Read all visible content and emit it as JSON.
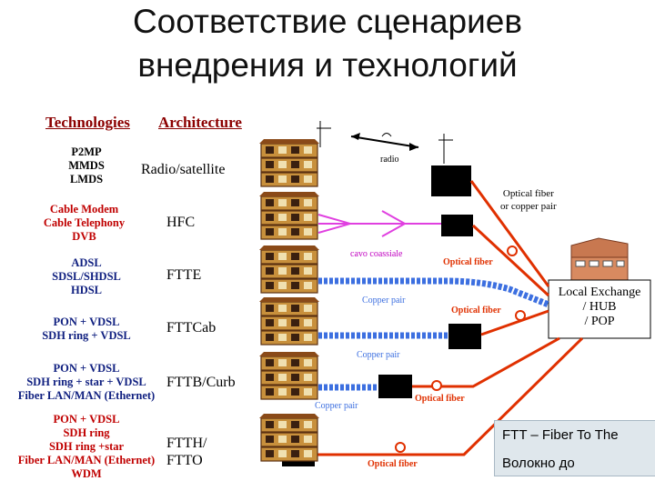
{
  "title_line1": "Соответствие сценариев",
  "title_line2": "внедрения и технологий",
  "headers": {
    "technologies": "Technologies",
    "architecture": "Architecture"
  },
  "rows": [
    {
      "tech": [
        "P2MP",
        "MMDS",
        "LMDS"
      ],
      "arch": "Radio/satellite"
    },
    {
      "tech": [
        "Cable Modem",
        "Cable Telephony",
        "DVB"
      ],
      "arch": "HFC"
    },
    {
      "tech": [
        "ADSL",
        "SDSL/SHDSL",
        "HDSL"
      ],
      "arch": "FTTE"
    },
    {
      "tech": [
        "PON + VDSL",
        "SDH ring + VDSL"
      ],
      "arch": "FTTCab"
    },
    {
      "tech": [
        "PON + VDSL",
        "SDH ring + star + VDSL",
        "Fiber LAN/MAN (Ethernet)"
      ],
      "arch": "FTTB/Curb"
    },
    {
      "tech": [
        "PON + VDSL",
        "SDH ring",
        "SDH ring +star",
        "Fiber LAN/MAN (Ethernet)",
        "WDM"
      ],
      "arch": [
        "FTTH/",
        "FTTO"
      ]
    }
  ],
  "diagram_labels": {
    "radio": "radio",
    "optical_or_copper": [
      "Optical fiber",
      "or copper pair"
    ],
    "coax": "cavo coassiale",
    "optical_fiber": "Optical fiber",
    "copper_pair": "Copper pair",
    "local_exchange": [
      "Local Exchange",
      "/ HUB",
      "/ POP"
    ]
  },
  "note": {
    "line1": "FTT – Fiber To The",
    "line2": "Волокно до"
  },
  "colors": {
    "fiber": "#e03000",
    "copper": "#3c6fe0",
    "coax": "#e040e0",
    "tech_red": "#c00000",
    "tech_blue": "#102080",
    "header": "#8b0000"
  }
}
